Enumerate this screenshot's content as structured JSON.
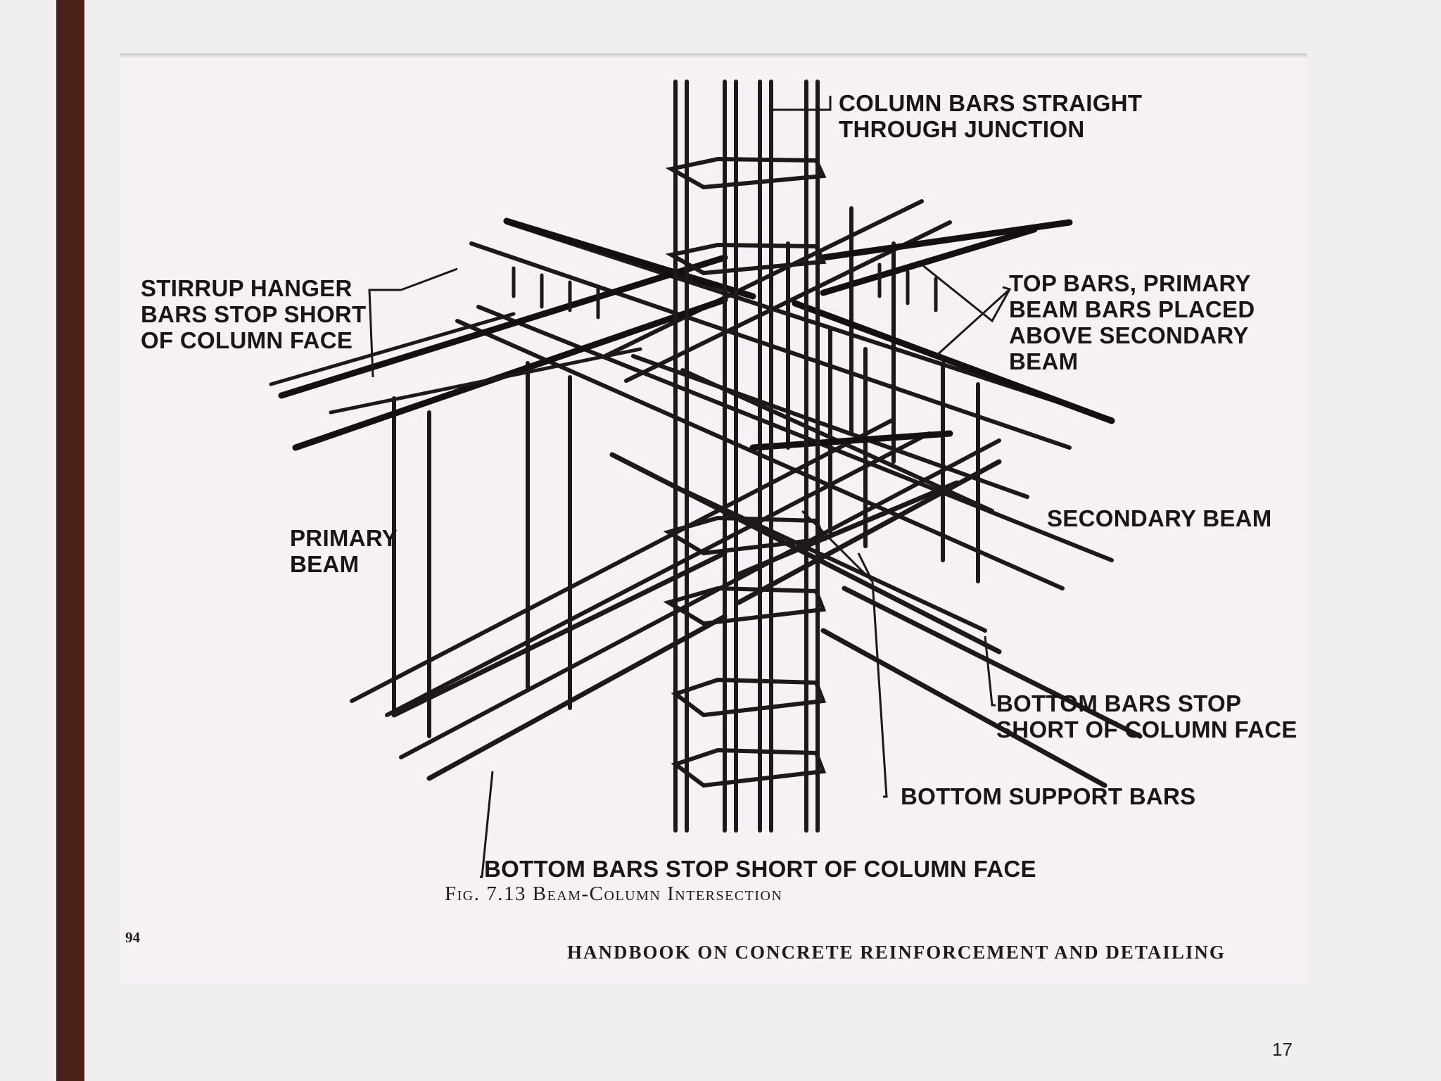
{
  "figure": {
    "labels": {
      "column_bars": "COLUMN BARS STRAIGHT\nTHROUGH JUNCTION",
      "stirrup_hanger": "STIRRUP HANGER\nBARS STOP SHORT\nOF COLUMN FACE",
      "top_bars": "TOP BARS, PRIMARY\nBEAM BARS PLACED\nABOVE SECONDARY\nBEAM",
      "secondary_beam": "SECONDARY BEAM",
      "primary_beam": "PRIMARY\nBEAM",
      "bottom_bars_right": "BOTTOM BARS STOP\nSHORT OF COLUMN FACE",
      "bottom_support": "BOTTOM SUPPORT BARS",
      "bottom_bars_bottom": "BOTTOM BARS STOP SHORT OF COLUMN FACE"
    },
    "caption": "Fig. 7.13 Beam-Column Intersection",
    "page_number": "94",
    "footer": "HANDBOOK ON CONCRETE REINFORCEMENT AND DETAILING"
  },
  "slide_number": "17",
  "colors": {
    "accent_bar": "#4a2118",
    "ink": "#1a1616",
    "paper": "#f7f1f6",
    "background": "#efefed"
  }
}
